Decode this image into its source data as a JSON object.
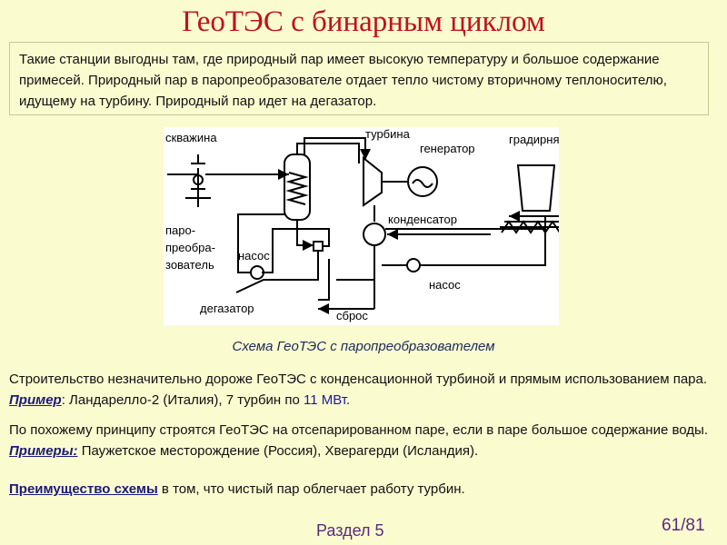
{
  "title": "ГеоТЭС с бинарным циклом",
  "intro": "Такие станции выгодны там, где природный пар имеет высокую температуру и большое содержание примесей. Природный пар в паропреобразователе отдает тепло чистому вторичному теплоносителю, идущему на турбину. Природный пар идет на дегазатор.",
  "diagram": {
    "labels": {
      "well": "скважина",
      "turbine": "турбина",
      "generator": "генератор",
      "cooling_tower": "градирня",
      "condenser": "конденсатор",
      "converter_1": "паро-",
      "converter_2": "преобра-",
      "converter_3": "зователь",
      "pump_left": "насос",
      "pump_right": "насос",
      "degasser": "дегазатор",
      "discharge": "сброс"
    }
  },
  "caption": "Схема ГеоТЭС с паропреобразователем",
  "para1": {
    "text1": "Строительство незначительно дороже ГеоТЭС с конденсационной турбиной и прямым использованием пара. ",
    "example_label": "Пример",
    "text2": ": Ландарелло-2 (Италия), 7 турбин по ",
    "power": "11 МВт",
    "text3": "."
  },
  "para2": {
    "text1": "По похожему принципу строятся ГеоТЭС на отсепарированном паре, если в паре большое содержание воды. ",
    "example_label": "Примеры:",
    "text2": " Паужетское месторождение (Россия), Хверагерди (Исландия)."
  },
  "para3": {
    "advantage_label": "Преимущество схемы",
    "text": " в том, что чистый пар облегчает работу турбин."
  },
  "footer": {
    "section": "Раздел 5",
    "page": "61/81"
  }
}
